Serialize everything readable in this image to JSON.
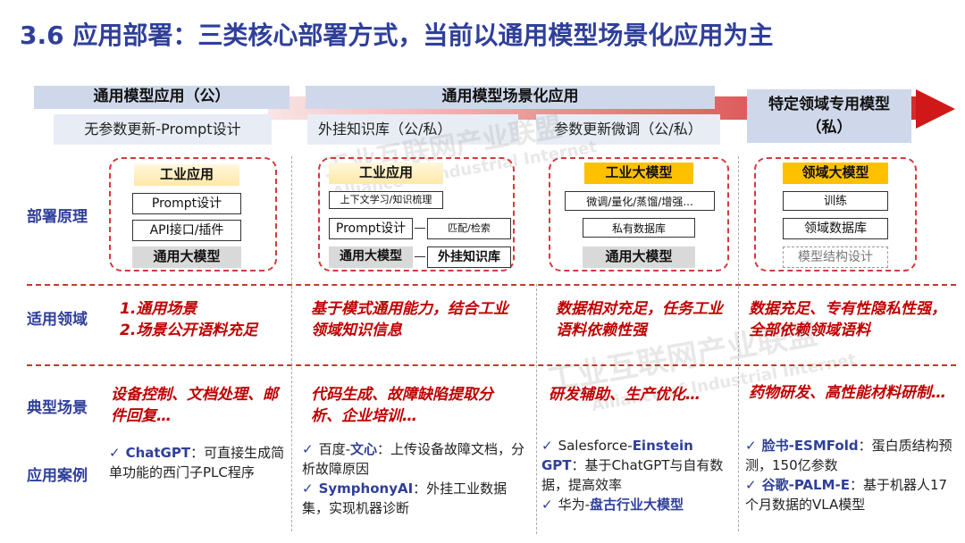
{
  "title": "3.6 应用部署：三类核心部署方式，当前以通用模型场景化应用为主",
  "columns": {
    "c1": {
      "header": "通用模型应用（公）",
      "sub": "无参数更新-Prompt设计"
    },
    "c2": {
      "header": "通用模型场景化应用",
      "sub_a": "外挂知识库（公/私）",
      "sub_b": "参数更新微调（公/私）"
    },
    "c4": {
      "header": "特定领域专用模型\n（私）"
    }
  },
  "rows": {
    "principle": "部署原理",
    "domain": "适用领域",
    "scenario": "典型场景",
    "case": "应用案例"
  },
  "diagram1": {
    "top": "工业应用",
    "b1": "Prompt设计",
    "b2": "API接口/插件",
    "bottom": "通用大模型"
  },
  "diagram2": {
    "top": "工业应用",
    "ctx": "上下文学习/知识梳理",
    "prompt": "Prompt设计",
    "match": "匹配/检索",
    "model": "通用大模型",
    "kb": "外挂知识库"
  },
  "diagram3": {
    "top": "工业大模型",
    "b1": "微调/量化/蒸馏/增强...",
    "b2": "私有数据库",
    "bottom": "通用大模型"
  },
  "diagram4": {
    "top": "领域大模型",
    "b1": "训练",
    "b2": "领域数据库",
    "bottom": "模型结构设计"
  },
  "domain_text": {
    "c1": [
      "1.通用场景",
      "2.场景公开语料充足"
    ],
    "c2": "基于模式通用能力，结合工业领域知识信息",
    "c3": "数据相对充足，任务工业语料依赖性强",
    "c4": "数据充足、专有性隐私性强，全部依赖领域语料"
  },
  "scenario_text": {
    "c1": "设备控制、文档处理、邮件回复…",
    "c2": "代码生成、故障缺陷提取分析、企业培训…",
    "c3": "研发辅助、生产优化…",
    "c4": "药物研发、高性能材料研制…"
  },
  "cases": {
    "c1": [
      {
        "name": "ChatGPT",
        "text": "：可直接生成简单功能的西门子PLC程序"
      }
    ],
    "c2": [
      {
        "prefix": "百度-",
        "name": "文心",
        "text": "：上传设备故障文档，分析故障原因"
      },
      {
        "prefix": "",
        "name": "SymphonyAI",
        "text": "：外挂工业数据集，实现机器诊断"
      }
    ],
    "c3": [
      {
        "prefix": "Salesforce-",
        "name": "Einstein GPT",
        "text": "：基于ChatGPT与自有数据，提高效率"
      },
      {
        "prefix": "华为-",
        "name": "盘古行业大模型",
        "text": ""
      }
    ],
    "c4": [
      {
        "prefix": "脸书-",
        "name": "ESMFold",
        "text": "：蛋白质结构预测，150亿参数"
      },
      {
        "prefix": "谷歌-",
        "name": "PALM-E",
        "text": "：基于机器人17个月数据的VLA模型"
      }
    ]
  },
  "watermark": {
    "cn": "工业互联网产业联盟",
    "en": "Alliance of Industrial Internet"
  },
  "colors": {
    "title": "#2f3f9a",
    "accent_red": "#c00000",
    "header_bg": "#cfd8ea",
    "yellow": "#ffc000"
  }
}
